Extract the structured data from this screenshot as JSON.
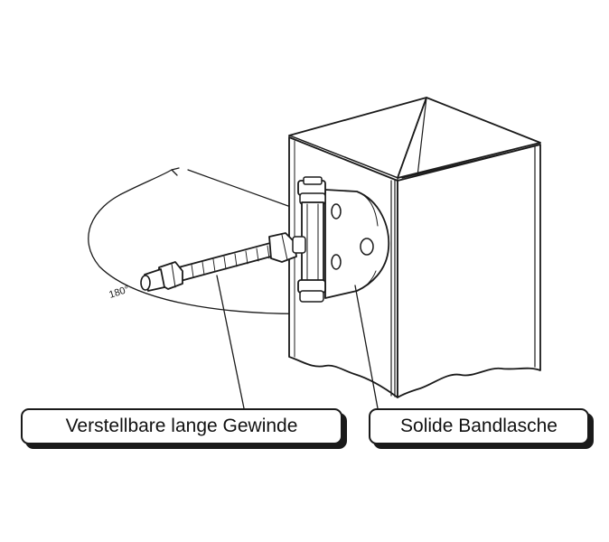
{
  "labels": {
    "threads": "Verstellbare lange Gewinde",
    "strap": "Solide Bandlasche",
    "angle": "180°"
  },
  "colors": {
    "line": "#1a1a1a",
    "background": "#ffffff"
  }
}
